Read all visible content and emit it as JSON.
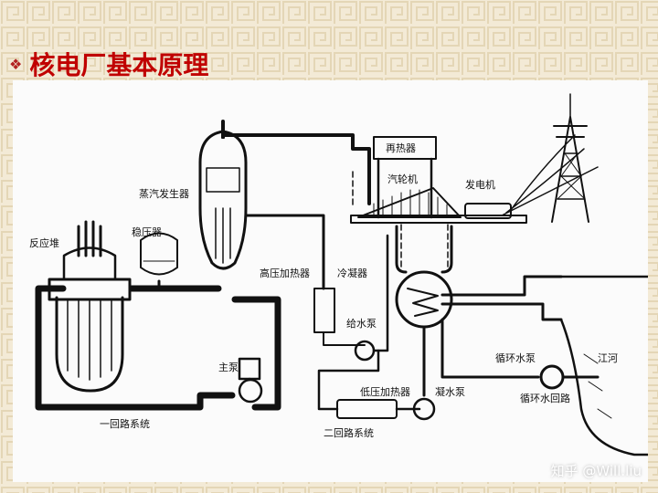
{
  "slide": {
    "title": "核电厂基本原理"
  },
  "labels": {
    "reactor": "反应堆",
    "pressurizer": "稳压器",
    "steam_generator": "蒸汽发生器",
    "hp_heater": "高压加热器",
    "reheater": "再热器",
    "turbine": "汽轮机",
    "generator": "发电机",
    "condenser": "冷凝器",
    "feed_pump": "给水泵",
    "main_pump": "主泵",
    "lp_heater": "低压加热器",
    "condensate_pump": "凝水泵",
    "circ_pump": "循环水泵",
    "circ_loop": "循环水回路",
    "river": "江河",
    "primary_loop": "一回路系统",
    "secondary_loop": "二回路系统"
  },
  "watermark": "知乎 @Will.liu"
}
